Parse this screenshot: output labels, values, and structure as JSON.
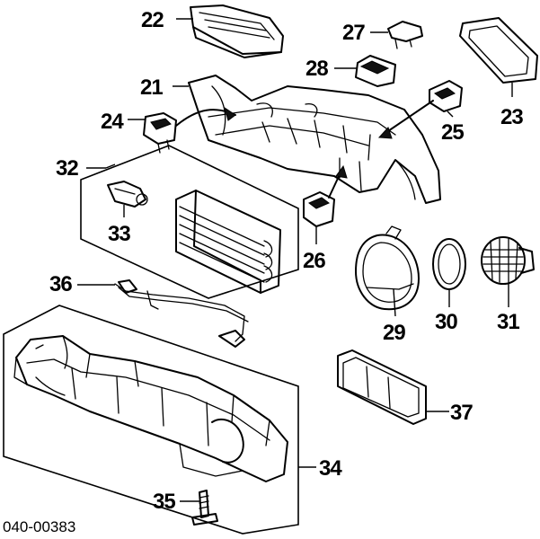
{
  "diagram": {
    "reference_code": "040-00383",
    "callouts": {
      "c21": "21",
      "c22": "22",
      "c23": "23",
      "c24": "24",
      "c25": "25",
      "c26": "26",
      "c27": "27",
      "c28": "28",
      "c29": "29",
      "c30": "30",
      "c31": "31",
      "c32": "32",
      "c33": "33",
      "c34": "34",
      "c35": "35",
      "c36": "36",
      "c37": "37"
    }
  }
}
